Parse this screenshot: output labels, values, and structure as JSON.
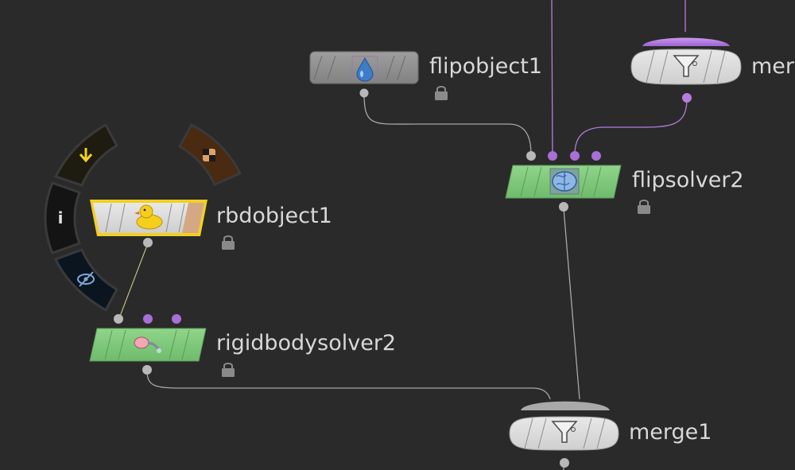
{
  "network": {
    "nodes": {
      "flipobject": {
        "name": "flipobject1",
        "icon": "water-drop-icon",
        "state": "bypassed",
        "locked": true
      },
      "merge_top": {
        "name": "merg",
        "icon": "funnel-icon",
        "locked": false
      },
      "flipsolver": {
        "name": "flipsolver2",
        "icon": "brain-icon",
        "state": "solver",
        "locked": true
      },
      "rbdobject": {
        "name": "rbdobject1",
        "icon": "rubber-duck-icon",
        "state": "selected",
        "locked": true
      },
      "rigidbodysolver": {
        "name": "rigidbodysolver2",
        "icon": "rigidbody-solver-icon",
        "state": "solver",
        "locked": true
      },
      "merge1": {
        "name": "merge1",
        "icon": "funnel-icon",
        "locked": false
      }
    },
    "radial_menu": {
      "items": [
        {
          "id": "output",
          "icon": "arrow-down-icon"
        },
        {
          "id": "info",
          "icon": "info-icon",
          "label": "i"
        },
        {
          "id": "visibility",
          "icon": "eye-slash-icon"
        },
        {
          "id": "template",
          "icon": "checker-icon"
        }
      ]
    }
  },
  "colors": {
    "background": "#2a2a2a",
    "solver_green": "#7fc77c",
    "gray_node": "#8e8e8e",
    "selection_yellow": "#f2cf22",
    "wire_gray": "#a8a8a8",
    "wire_purple": "#b57de0",
    "input_purple": "#a86fd6",
    "menu_dark": "#111111",
    "menu_output_bg": "#1e1b10",
    "menu_template_bg": "#4a2a10"
  }
}
